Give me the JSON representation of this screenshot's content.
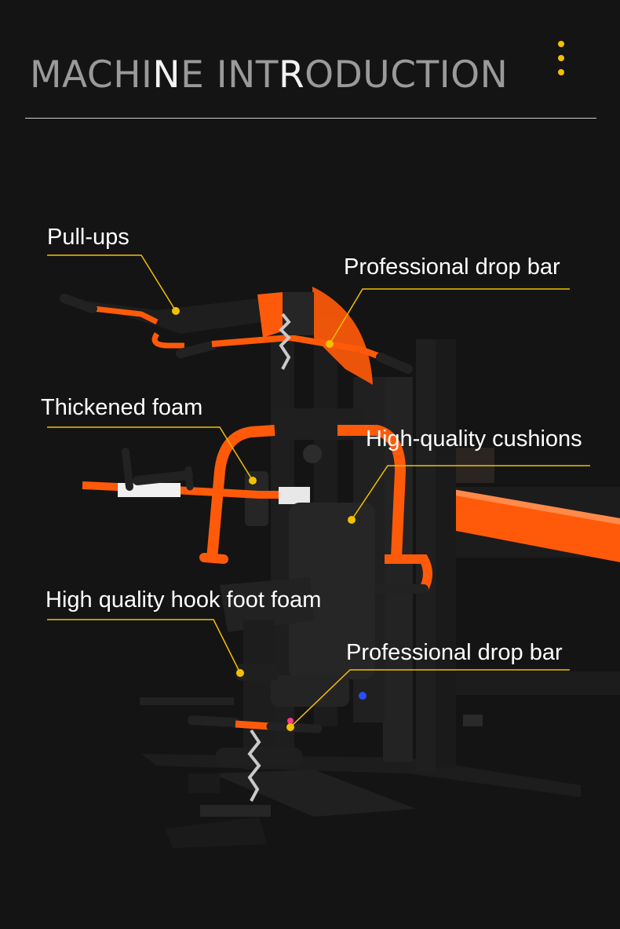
{
  "header": {
    "title_parts": [
      "MACHI",
      "N",
      "E INT",
      "R",
      "ODUCTION"
    ],
    "accent_color": "#f2c000"
  },
  "callouts": [
    {
      "id": "pull-ups",
      "label": "Pull-ups"
    },
    {
      "id": "drop-bar-top",
      "label": "Professional drop bar"
    },
    {
      "id": "thickened-foam",
      "label": "Thickened foam"
    },
    {
      "id": "cushions",
      "label": "High-quality cushions"
    },
    {
      "id": "hook-foot-foam",
      "label": "High quality hook foot foam"
    },
    {
      "id": "drop-bar-bottom",
      "label": "Professional drop bar"
    }
  ],
  "colors": {
    "background": "#141414",
    "frame": "#1e1e1e",
    "accent_orange": "#ff5a0a",
    "callout_yellow": "#f2c000",
    "rule": "#cfcfcf"
  }
}
